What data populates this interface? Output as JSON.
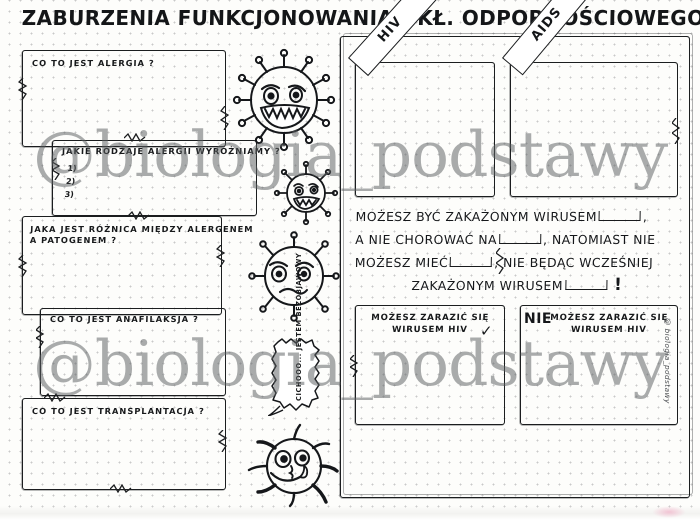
{
  "page": {
    "title": "ZABURZENIA FUNKCJONOWANIA UKŁ. ODPORNOŚCIOWEGO",
    "signature": "@ biologia_podstawy",
    "watermark": "@biologia_podstawy"
  },
  "left_column": {
    "boxes": [
      {
        "id": "alergia",
        "question": "CO TO JEST ALERGIA ?"
      },
      {
        "id": "rodzaje",
        "question": "JAKIE  RODZAJE  ALERGII  WYRÓŻNIAMY ?",
        "list": [
          "1)",
          "2)",
          "3)"
        ]
      },
      {
        "id": "alergen-patogen",
        "question": "JAKA JEST RÓŻNICA MIĘDZY ALERGENEM\nA PATOGENEM ?"
      },
      {
        "id": "anafilaksja",
        "question": "CO TO JEST  ANAFILAKSJA ?"
      },
      {
        "id": "transplantacja",
        "question": "CO TO JEST  TRANSPLANTACJA ?"
      }
    ]
  },
  "right_panel": {
    "ribbons": [
      {
        "id": "hiv",
        "label": "HIV"
      },
      {
        "id": "aids",
        "label": "AIDS"
      }
    ],
    "statement": {
      "line1_a": "MOŻESZ BYĆ ZAKAŻONYM WIRUSEM",
      "line2_a": "A NIE CHOROWAĆ NA",
      "line2_b": ", NATOMIAST NIE",
      "line3_a": "MOŻESZ MIEĆ",
      "line3_b": ", NIE BĘDĄC WCZEŚNIEJ",
      "line4_a": "ZAKAŻONYM  WIRUSEM",
      "line4_bang": "!"
    },
    "transmission": [
      {
        "id": "yes",
        "prefix": "",
        "title": "MOŻESZ ZARAZIĆ SIĘ\nWIRUSEM  HIV"
      },
      {
        "id": "no",
        "prefix": "NIE",
        "title": "MOŻESZ ZARAZIĆ SIĘ\nWIRUSEM  HIV"
      }
    ]
  },
  "characters": {
    "speech_bubble": "CICHOOO... JESTEM BEZOBJAWOWY",
    "viruses": [
      {
        "id": "virus-angry-top",
        "mood": "angry-grin"
      },
      {
        "id": "virus-small-middle",
        "mood": "smirk"
      },
      {
        "id": "virus-sad",
        "mood": "sad"
      },
      {
        "id": "virus-bottom",
        "mood": "sneaky"
      }
    ]
  },
  "colors": {
    "ink": "#16181a",
    "paper": "#fdfdfb",
    "grid_dot": "#c9c9c9",
    "watermark": "rgba(92,95,98,0.52)"
  }
}
